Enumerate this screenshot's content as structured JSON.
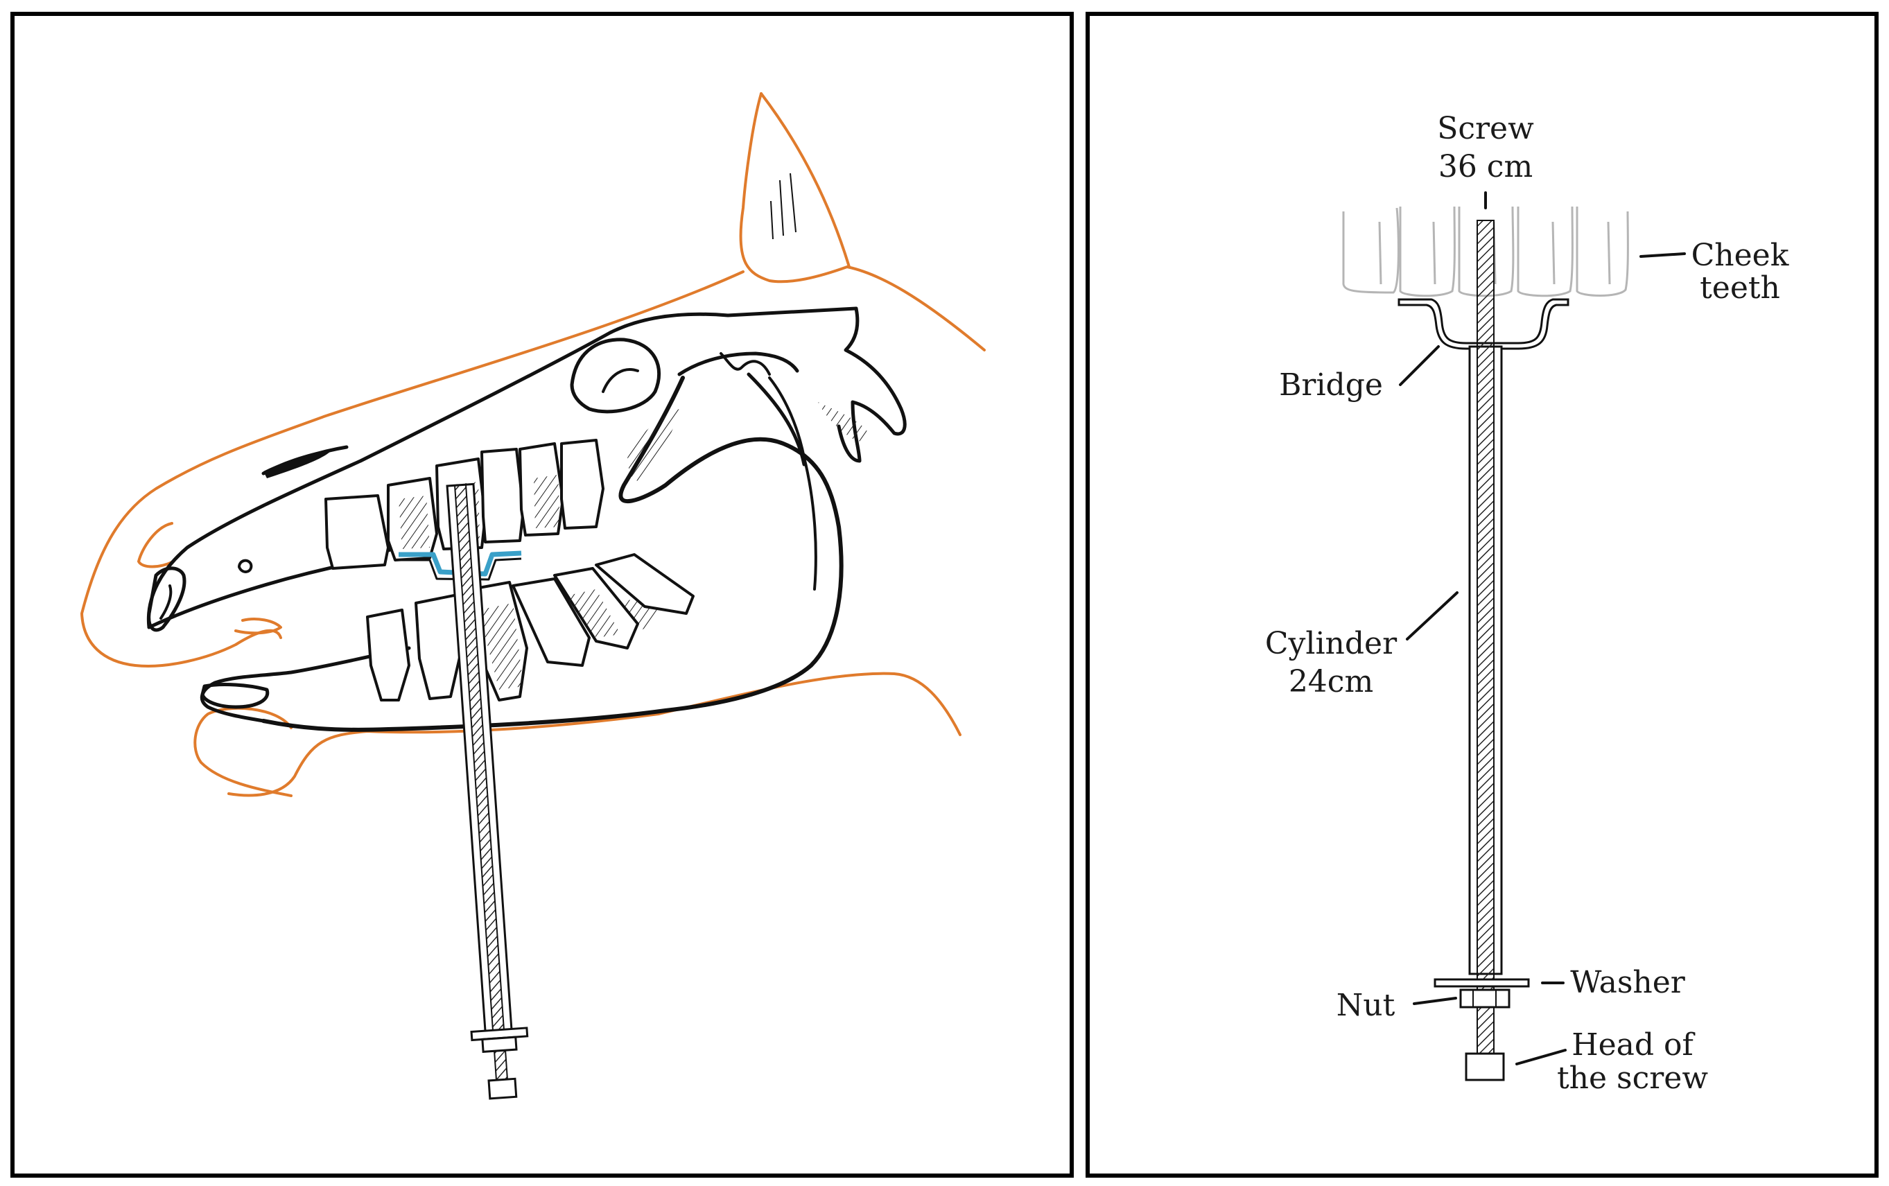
{
  "labels": {
    "screw": "Screw",
    "screw_length": "36 cm",
    "cheek_teeth_line1": "Cheek",
    "cheek_teeth_line2": "teeth",
    "bridge": "Bridge",
    "cylinder": "Cylinder",
    "cylinder_length": "24cm",
    "washer": "Washer",
    "nut": "Nut",
    "head_line1": "Head of",
    "head_line2": "the screw"
  },
  "colors": {
    "outline": "#111111",
    "skin_outline": "#e07b2c",
    "bridge_highlight": "#3aa0c8",
    "ghost_teeth": "#b5b5b5",
    "panel_border": "#000000"
  }
}
